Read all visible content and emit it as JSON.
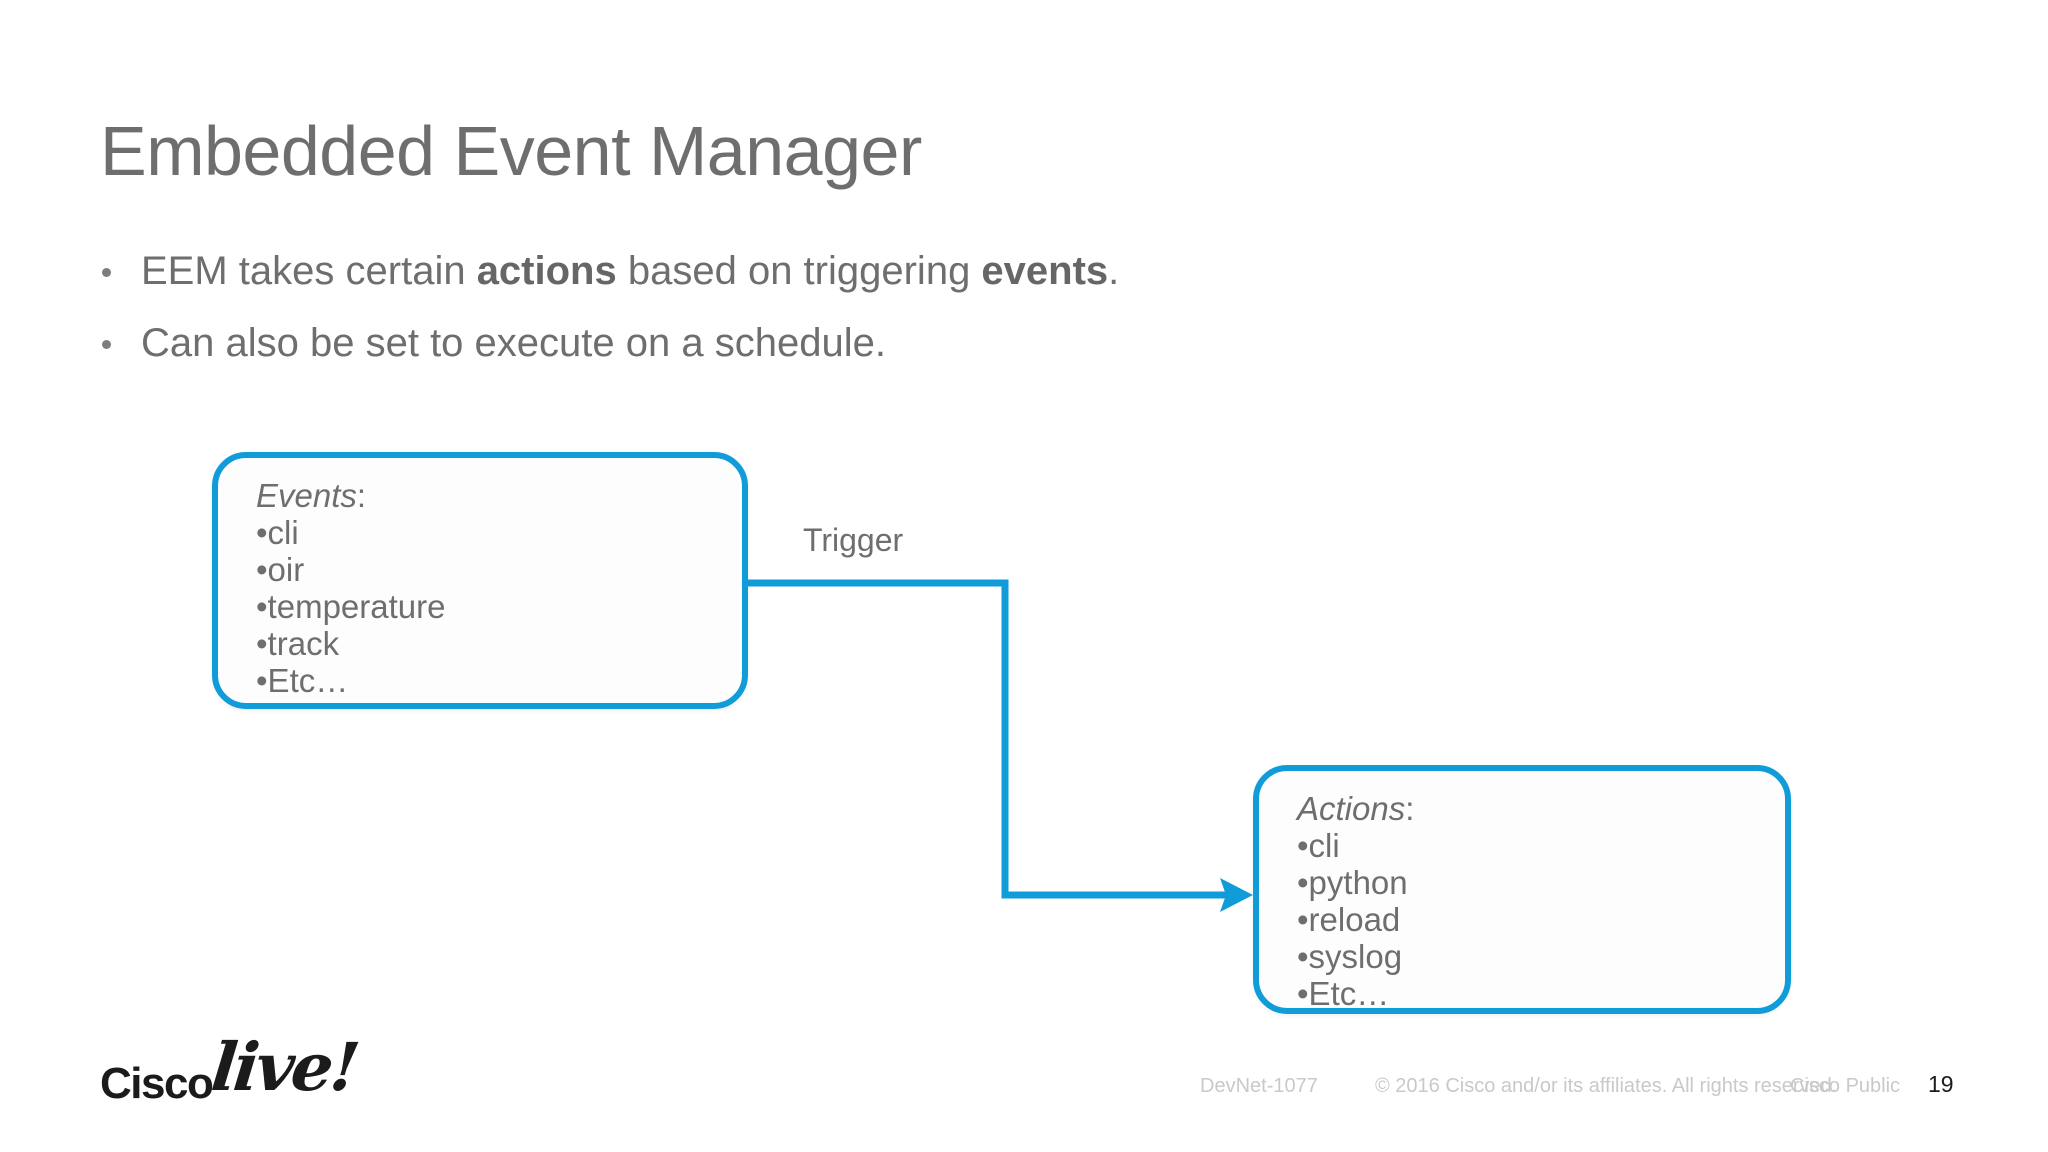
{
  "slide": {
    "title": "Embedded Event Manager",
    "bullets": [
      {
        "prefix": "EEM takes certain ",
        "bold1": "actions",
        "middle": " based on triggering ",
        "bold2": "events",
        "suffix": "."
      },
      {
        "prefix": "Can also be set to execute on a schedule.",
        "bold1": "",
        "middle": "",
        "bold2": "",
        "suffix": ""
      }
    ]
  },
  "diagram": {
    "accent_color": "#109CD8",
    "text_color": "#6E6E6E",
    "connector_label": "Trigger",
    "events_box": {
      "heading": "Events",
      "heading_colon": ":",
      "items": [
        "•cli",
        "•oir",
        "•temperature",
        "•track",
        "•Etc…"
      ]
    },
    "actions_box": {
      "heading": "Actions",
      "heading_colon": ":",
      "items": [
        "•cli",
        "•python",
        "•reload",
        "•syslog",
        "•Etc…"
      ]
    }
  },
  "logo": {
    "cisco": "Cisco",
    "live": "live!"
  },
  "footer": {
    "session_id": "DevNet-1077",
    "copyright": "© 2016  Cisco and/or its affiliates. All rights reserved.",
    "classification": "Cisco Public",
    "page_number": "19"
  }
}
